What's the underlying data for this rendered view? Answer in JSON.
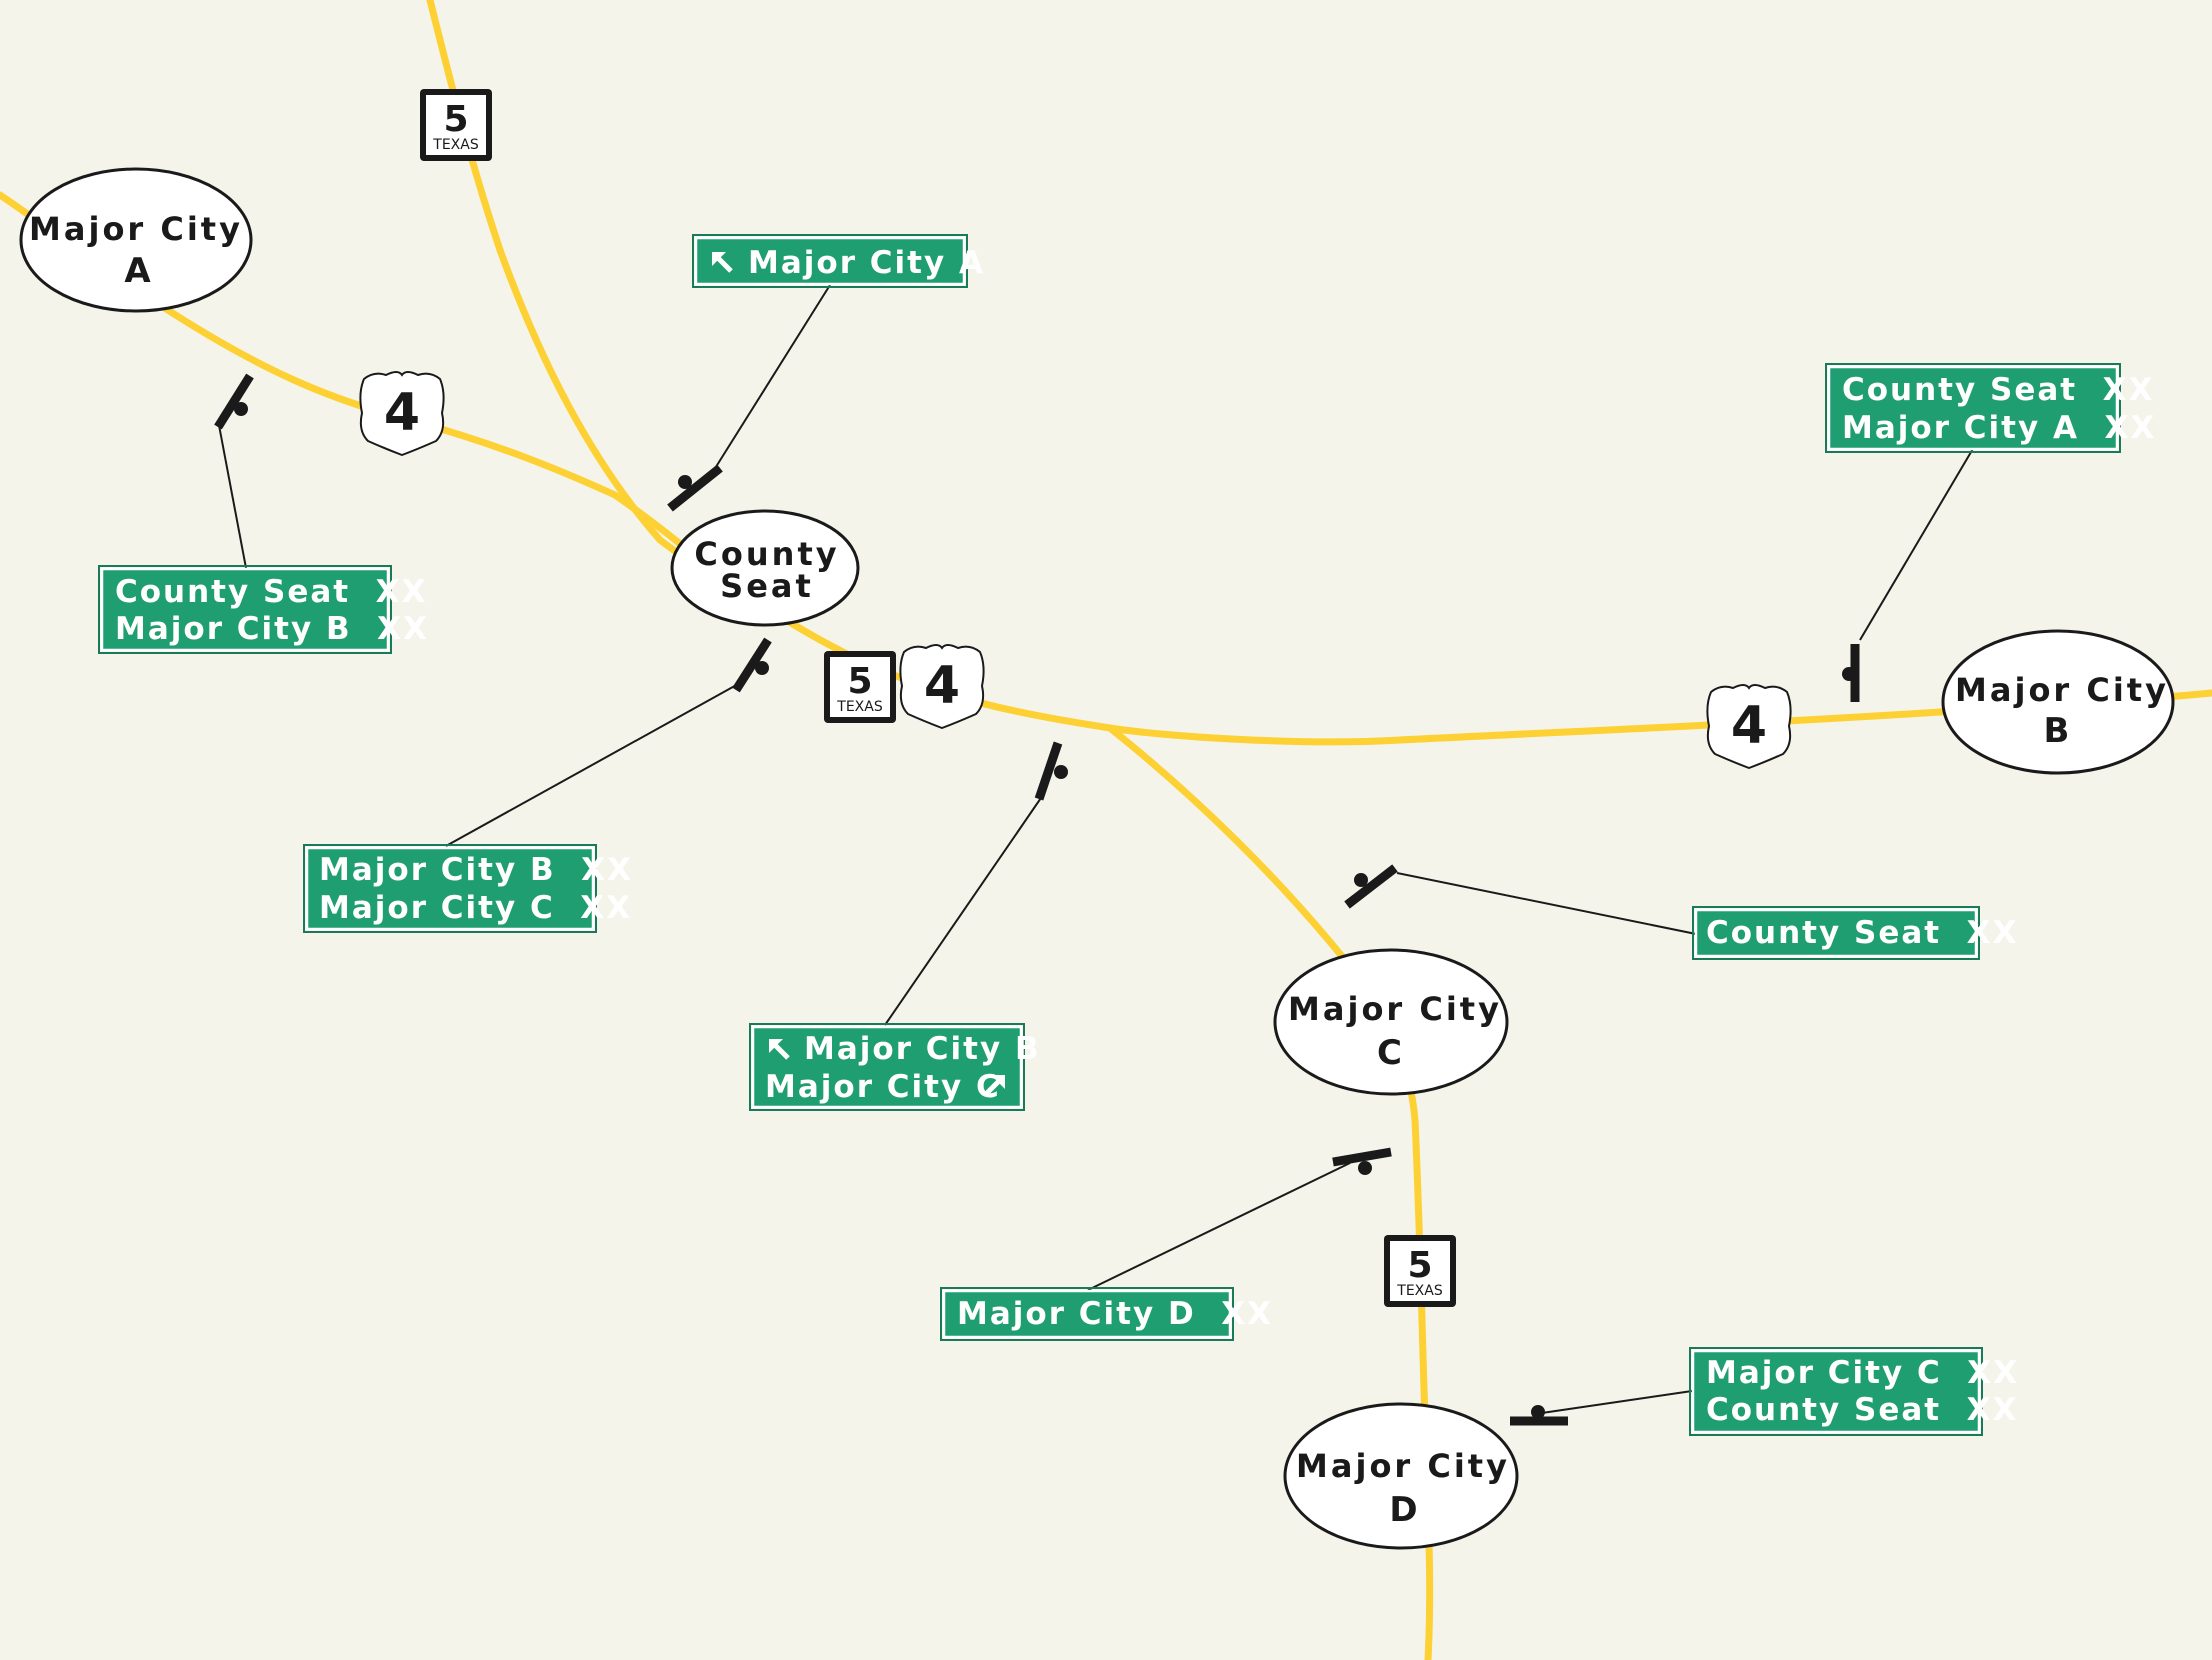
{
  "colors": {
    "background": "#f4f4ea",
    "road": "#fdd133",
    "sign_green": "#1f9e72",
    "sign_text": "#ffffff",
    "ink": "#1a1a1a"
  },
  "cities": [
    {
      "id": "city-a",
      "lines": [
        "Major City",
        "A"
      ]
    },
    {
      "id": "county-seat",
      "lines": [
        "County",
        "Seat"
      ]
    },
    {
      "id": "city-b",
      "lines": [
        "Major City",
        "B"
      ]
    },
    {
      "id": "city-c",
      "lines": [
        "Major City",
        "C"
      ]
    },
    {
      "id": "city-d",
      "lines": [
        "Major City",
        "D"
      ]
    }
  ],
  "route_shields": [
    {
      "id": "tx5-north",
      "type": "state",
      "number": "5",
      "state": "TEXAS"
    },
    {
      "id": "us4-west",
      "type": "us",
      "number": "4"
    },
    {
      "id": "tx5-center",
      "type": "state",
      "number": "5",
      "state": "TEXAS"
    },
    {
      "id": "us4-center",
      "type": "us",
      "number": "4"
    },
    {
      "id": "us4-east",
      "type": "us",
      "number": "4"
    },
    {
      "id": "tx5-south",
      "type": "state",
      "number": "5",
      "state": "TEXAS"
    }
  ],
  "guide_signs": [
    {
      "id": "sign-1",
      "lines": [
        {
          "arrow": "up-left",
          "text": "Major City A"
        }
      ]
    },
    {
      "id": "sign-2",
      "lines": [
        {
          "text": "County Seat  XX"
        },
        {
          "text": "Major City A  XX"
        }
      ]
    },
    {
      "id": "sign-3",
      "lines": [
        {
          "text": "County Seat  XX"
        },
        {
          "text": "Major City B  XX"
        }
      ]
    },
    {
      "id": "sign-4",
      "lines": [
        {
          "text": "Major City B  XX"
        },
        {
          "text": "Major City C  XX"
        }
      ]
    },
    {
      "id": "sign-5",
      "lines": [
        {
          "arrow": "up-left",
          "text": "Major City B"
        },
        {
          "text": "Major City C",
          "arrow_after": "up-right"
        }
      ]
    },
    {
      "id": "sign-6",
      "lines": [
        {
          "text": "County Seat  XX"
        }
      ]
    },
    {
      "id": "sign-7",
      "lines": [
        {
          "text": "Major City D  XX"
        }
      ]
    },
    {
      "id": "sign-8",
      "lines": [
        {
          "text": "Major City C  XX"
        },
        {
          "text": "County Seat  XX"
        }
      ]
    }
  ]
}
